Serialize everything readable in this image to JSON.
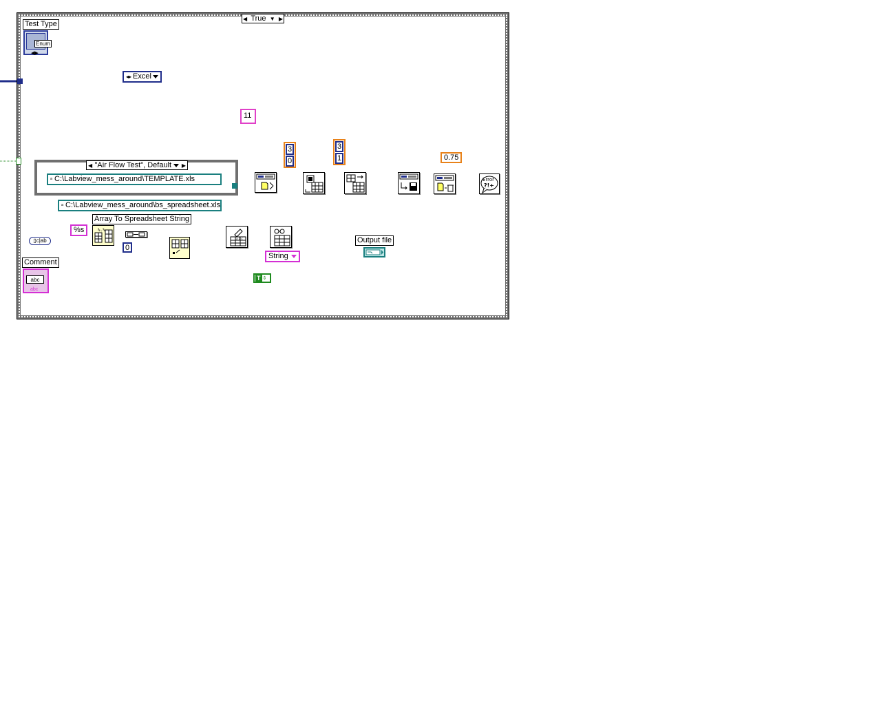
{
  "case_structure": {
    "selector_value": "True"
  },
  "inner_case": {
    "selector_value": "\"Air Flow Test\", Default"
  },
  "labels": {
    "test_type": "Test Type",
    "comment": "Comment",
    "array_to_spreadsheet": "Array To Spreadsheet String",
    "output_file": "Output file"
  },
  "controls": {
    "test_type_enum": "Enum",
    "comment_text": "abc"
  },
  "constants": {
    "excel_ring": "Excel",
    "eleven": "11",
    "template_path": "C:\\Labview_mess_around\\TEMPLATE.xls",
    "bs_path": "C:\\Labview_mess_around\\bs_spreadsheet.xls",
    "format_string": "%s",
    "zero": "0",
    "cluster_a_top": "3",
    "cluster_a_bottom": "0",
    "cluster_b_top": "3",
    "cluster_b_bottom": "1",
    "ratio": "0.75",
    "string_ring": "String",
    "bool_true": "T"
  },
  "icons": {
    "error_handler": "Error ?!+",
    "test_type_convert": "dbl-to-string-icon"
  },
  "colors": {
    "path_wire": "#1a7f7f",
    "string_wire": "#e040c8",
    "enum_wire": "#1f2d8a",
    "refnum_wire": "#2f8fbf",
    "error_wire": "#b8a000",
    "numeric_wire": "#e8821a",
    "boolean_wire": "#1e8a1e"
  }
}
